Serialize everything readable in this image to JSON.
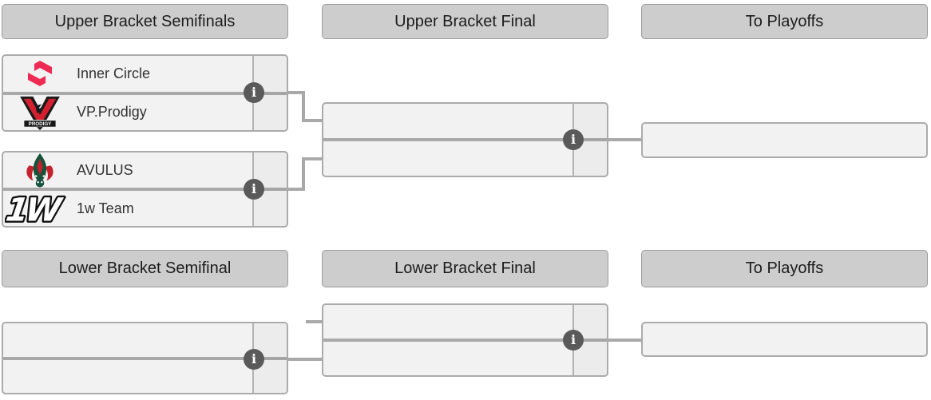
{
  "colors": {
    "header_bg": "#cdcdcd",
    "header_border": "#9c9c9c",
    "box_bg": "#f2f2f2",
    "box_border": "#ababab",
    "connector": "#a9a9a9",
    "info_icon_bg": "#5a5a5a",
    "inner_circle_red": "#ee2b53",
    "vp_red": "#d41f2f",
    "vp_black": "#1a1a1a",
    "avulus_green": "#17523c",
    "avulus_red": "#c4232e"
  },
  "upper_bracket": {
    "round_headers": [
      {
        "label": "Upper Bracket Semifinals"
      },
      {
        "label": "Upper Bracket Final"
      },
      {
        "label": "To Playoffs"
      }
    ],
    "semifinal_1": {
      "team_1": {
        "name": "Inner Circle",
        "logo": "inner-circle-logo",
        "score": ""
      },
      "team_2": {
        "name": "VP.Prodigy",
        "logo": "vp-prodigy-logo",
        "score": ""
      }
    },
    "semifinal_2": {
      "team_1": {
        "name": "AVULUS",
        "logo": "avulus-logo",
        "score": ""
      },
      "team_2": {
        "name": "1w Team",
        "logo": "1w-team-logo",
        "score": ""
      }
    },
    "final": {
      "team_1": {
        "name": "",
        "score": ""
      },
      "team_2": {
        "name": "",
        "score": ""
      }
    },
    "playoff_slot": {
      "name": ""
    }
  },
  "lower_bracket": {
    "round_headers": [
      {
        "label": "Lower Bracket Semifinal"
      },
      {
        "label": "Lower Bracket Final"
      },
      {
        "label": "To Playoffs"
      }
    ],
    "semifinal": {
      "team_1": {
        "name": "",
        "score": ""
      },
      "team_2": {
        "name": "",
        "score": ""
      }
    },
    "final": {
      "team_1": {
        "name": "",
        "score": ""
      },
      "team_2": {
        "name": "",
        "score": ""
      }
    },
    "playoff_slot": {
      "name": ""
    }
  },
  "logo_texts": {
    "vp_prodigy": "PRODIGY",
    "one_w": "1W"
  },
  "info_icon": {
    "glyph": "i"
  }
}
